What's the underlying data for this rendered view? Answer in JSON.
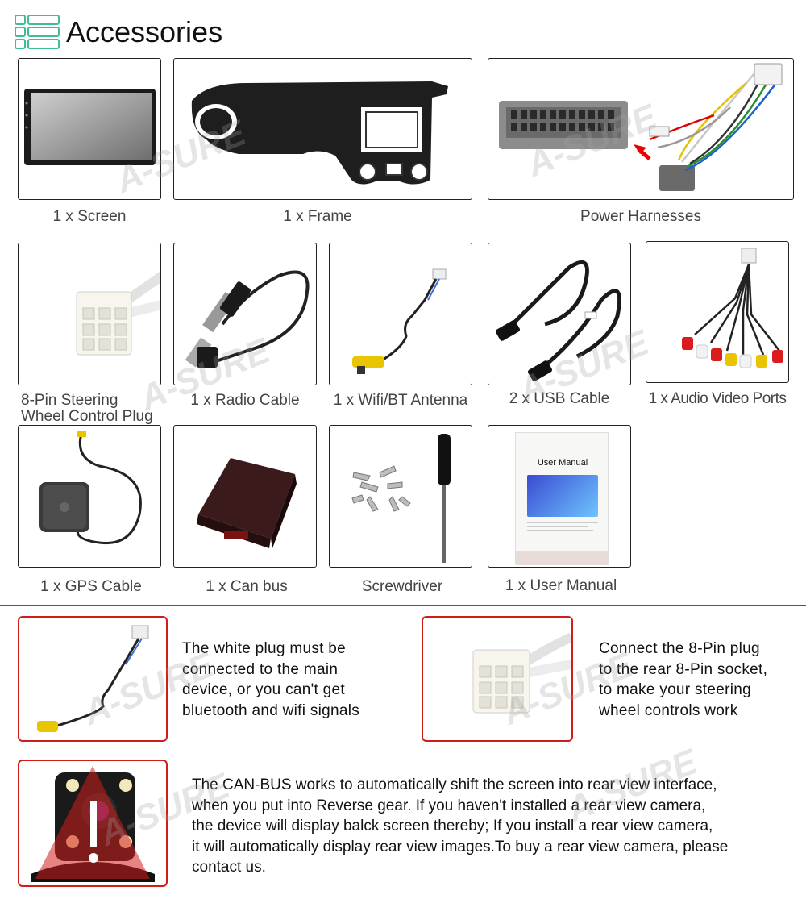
{
  "header": {
    "title": "Accessories",
    "icon": "list-icon",
    "accent": "#3fbf8f"
  },
  "items": [
    {
      "caption": "1 x Screen"
    },
    {
      "caption": "1 x Frame"
    },
    {
      "caption": "Power Harnesses"
    },
    {
      "caption_line1": "8-Pin Steering",
      "caption_line2": "Wheel Control Plug"
    },
    {
      "caption": "1 x Radio Cable"
    },
    {
      "caption": "1 x Wifi/BT Antenna"
    },
    {
      "caption": "2 x USB Cable"
    },
    {
      "caption": "1 x Audio Video Ports"
    },
    {
      "caption": "1 x GPS Cable"
    },
    {
      "caption": "1 x Can bus"
    },
    {
      "caption": "Screwdriver"
    },
    {
      "caption": "1 x User Manual",
      "manual_title": "User Manual"
    }
  ],
  "notes": {
    "wifi_plug": [
      "The white plug must be",
      "connected to the main",
      "device, or you can't get",
      "bluetooth and wifi signals"
    ],
    "steering_plug": [
      "Connect the 8-Pin plug",
      "to the rear 8-Pin socket,",
      "to make your steering",
      "wheel controls work"
    ],
    "canbus": [
      "The CAN-BUS works to automatically shift the screen into rear view interface,",
      "when you put into Reverse gear. If you haven't installed a rear view camera,",
      "the device will display balck screen thereby; If you install a rear view camera,",
      "it will automatically display rear view images.To buy a rear view camera, please",
      "contact us."
    ]
  },
  "watermark": "A-SURE",
  "colors": {
    "frame_red": "#d11c1c",
    "divider": "#555555"
  }
}
